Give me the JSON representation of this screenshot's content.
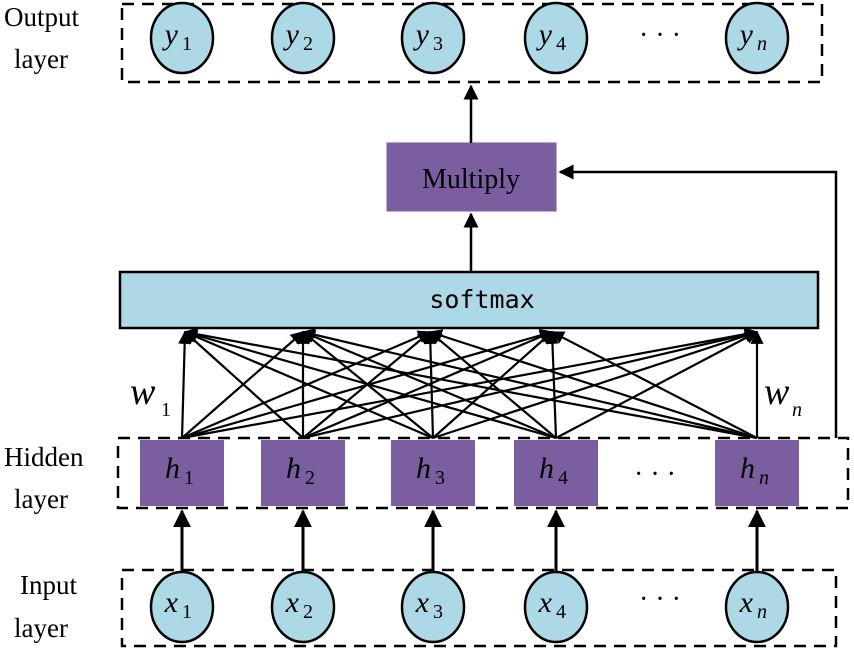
{
  "labels": {
    "output": [
      "Output",
      "layer"
    ],
    "hidden": [
      "Hidden",
      "layer"
    ],
    "input": [
      "Input",
      "layer"
    ]
  },
  "output_nodes": [
    {
      "var": "y",
      "sub": "1"
    },
    {
      "var": "y",
      "sub": "2"
    },
    {
      "var": "y",
      "sub": "3"
    },
    {
      "var": "y",
      "sub": "4"
    },
    {
      "var": "y",
      "sub": "n"
    }
  ],
  "hidden_nodes": [
    {
      "var": "h",
      "sub": "1"
    },
    {
      "var": "h",
      "sub": "2"
    },
    {
      "var": "h",
      "sub": "3"
    },
    {
      "var": "h",
      "sub": "4"
    },
    {
      "var": "h",
      "sub": "n"
    }
  ],
  "input_nodes": [
    {
      "var": "x",
      "sub": "1"
    },
    {
      "var": "x",
      "sub": "2"
    },
    {
      "var": "x",
      "sub": "3"
    },
    {
      "var": "x",
      "sub": "4"
    },
    {
      "var": "x",
      "sub": "n"
    }
  ],
  "ellipsis": "· · ·",
  "multiply_label": "Multiply",
  "softmax_label": "softmax",
  "weights": {
    "first": {
      "var": "w",
      "sub": "1"
    },
    "last": {
      "var": "w",
      "sub": "n"
    }
  },
  "colors": {
    "node_fill": "#add8e6",
    "box_fill": "#7b5ea0",
    "softmax_fill": "#add8e6",
    "stroke": "#000000"
  }
}
